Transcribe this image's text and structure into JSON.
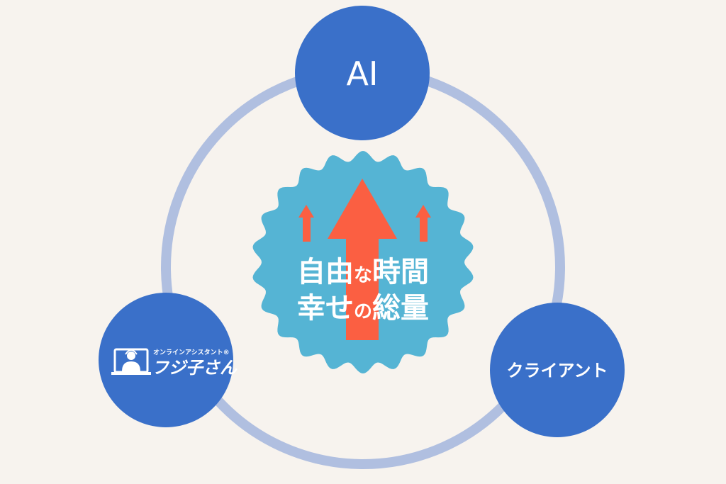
{
  "nodes": {
    "ai": {
      "label": "AI"
    },
    "client": {
      "label": "クライアント"
    },
    "fujiko": {
      "logo_small": "オンラインアシスタント®",
      "logo_main": "フジ子さん"
    }
  },
  "center": {
    "line1": [
      "自由",
      "な",
      "時間"
    ],
    "line2": [
      "幸せ",
      "の",
      "総量"
    ]
  },
  "colors": {
    "background": "#f7f3ee",
    "ring": "#b0bfe0",
    "node": "#3a70c9",
    "badge": "#55b4d4",
    "arrow": "#fb5f42"
  }
}
